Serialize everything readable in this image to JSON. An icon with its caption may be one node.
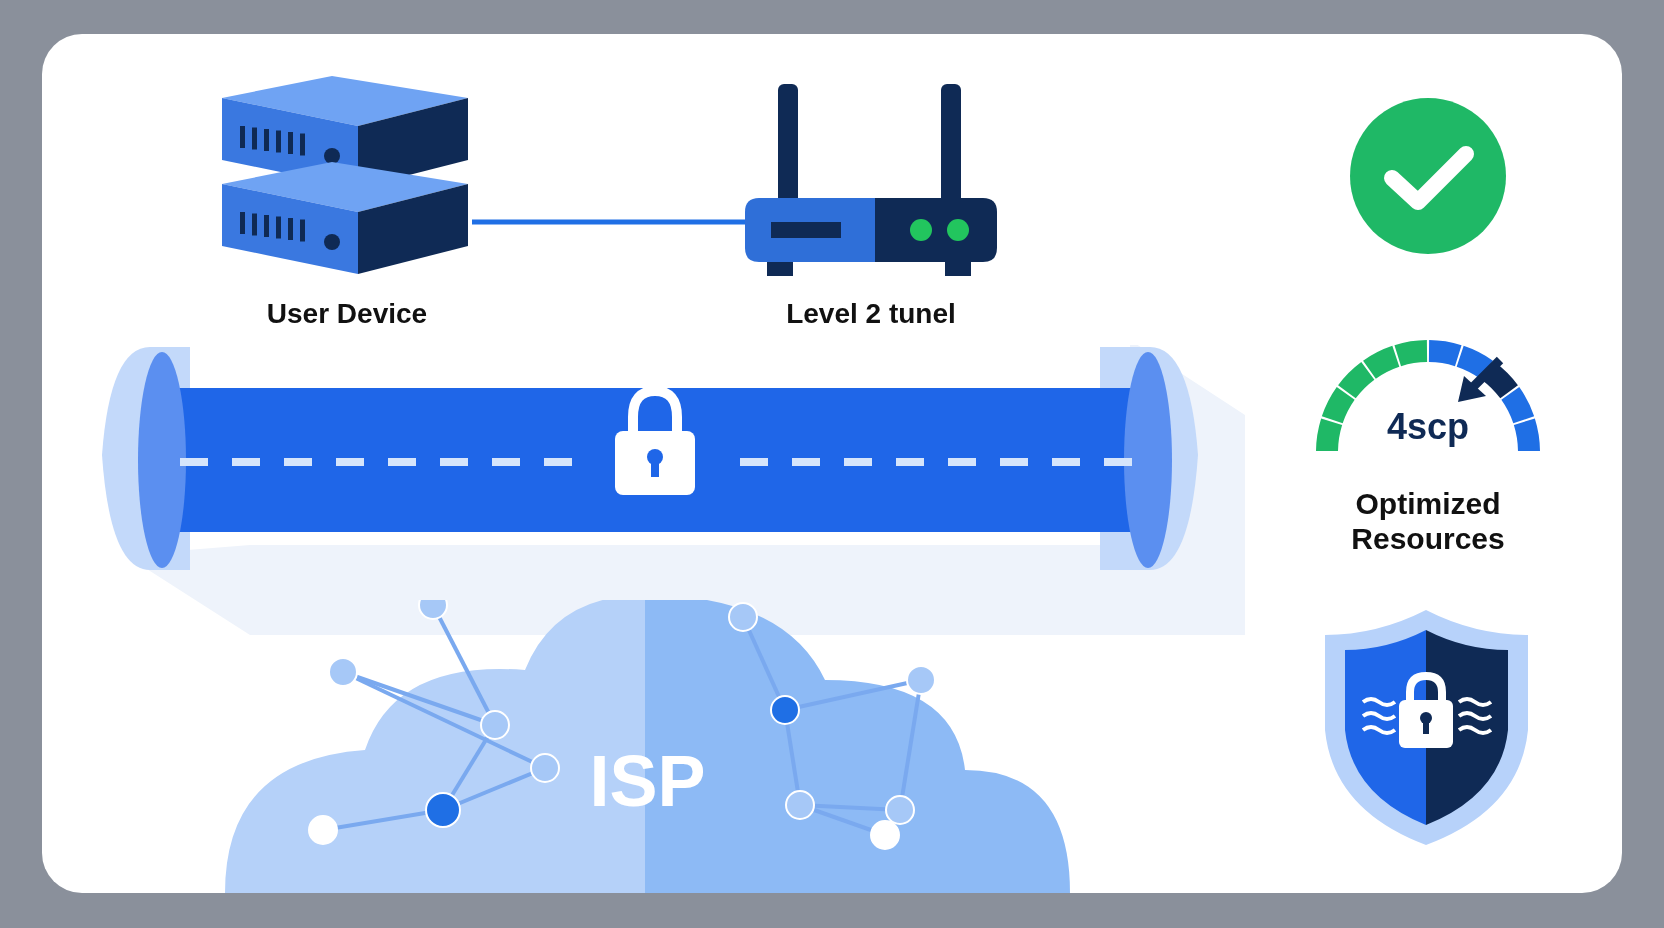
{
  "diagram": {
    "nodes": [
      {
        "text": [
          "User Device"
        ]
      },
      {
        "text": [
          "Level 2 tunel"
        ]
      },
      {
        "text": [
          "ISP"
        ]
      },
      {
        "text": [
          "4scp",
          "Optimized Resources"
        ]
      }
    ],
    "edges": [
      {
        "from": 0,
        "to": 1,
        "arrow": "none"
      }
    ]
  }
}
